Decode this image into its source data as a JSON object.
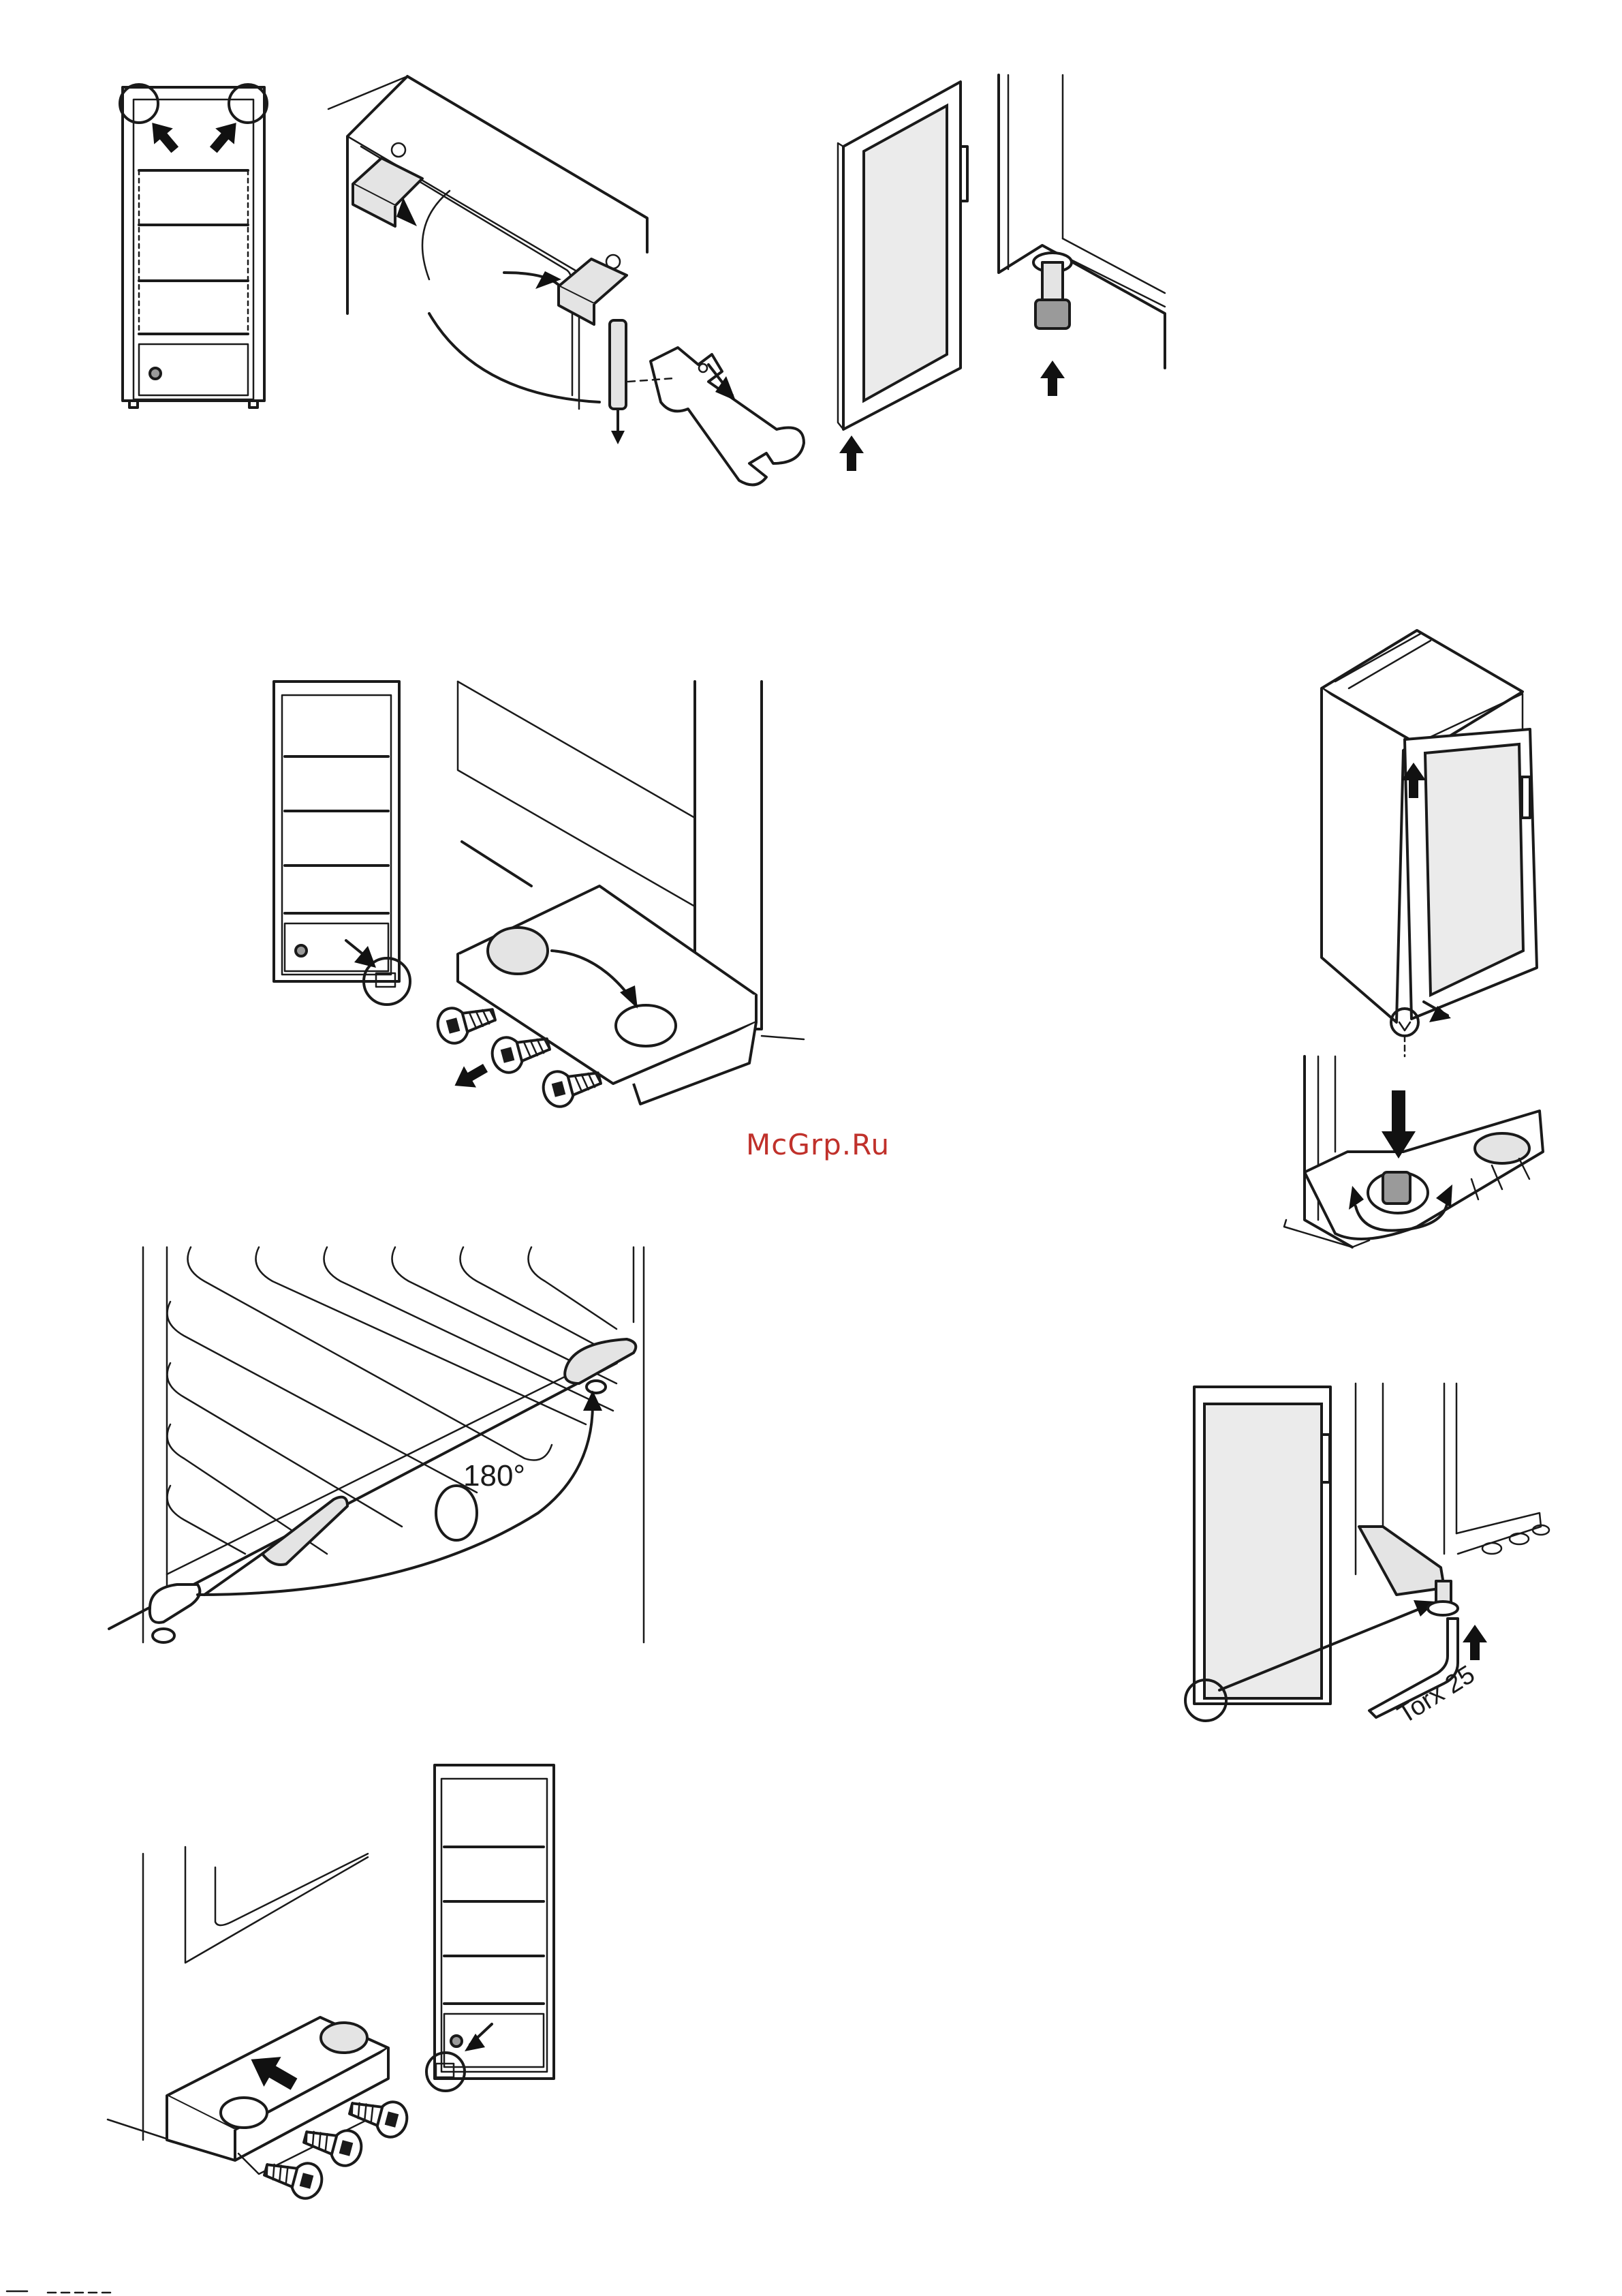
{
  "watermark": {
    "text": "McGrp.Ru",
    "color": "#c0312b"
  },
  "figures": {
    "door_bottom_hinge": {
      "angle_label": "180°"
    },
    "torx_tool": {
      "label": "Torx 25"
    }
  },
  "icons": [
    "arrow-icon",
    "wrench-icon",
    "screw-icon",
    "screwdriver-icon",
    "cap-icon"
  ]
}
